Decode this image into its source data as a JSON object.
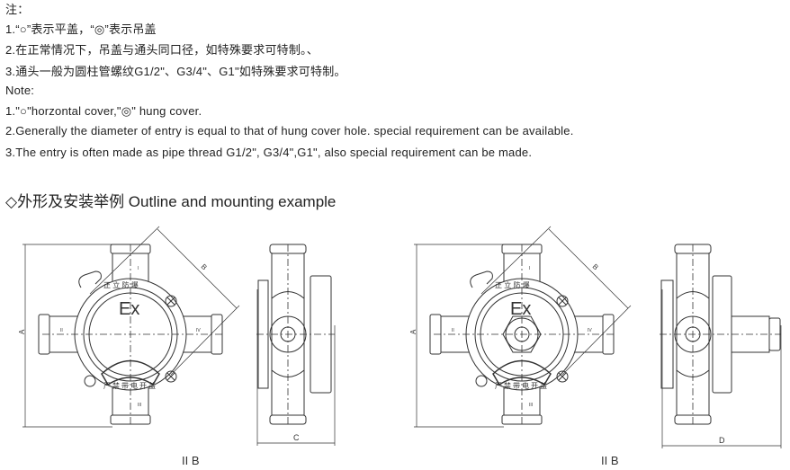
{
  "notes_cn": {
    "title": "注：",
    "lines": [
      "1.“○”表示平盖，“◎”表示吊盖",
      "2.在正常情况下，吊盖与通头同口径，如特殊要求可特制。、",
      "3.通头一般为圆柱管螺纹G1/2\"、G3/4\"、G1\"如特殊要求可特制。"
    ]
  },
  "notes_en": {
    "title": "Note:",
    "lines": [
      "1.\"○\"horzontal cover,\"◎\" hung cover.",
      "2.Generally the diameter of entry is equal to that of hung cover hole. special requirement can be available.",
      "3.The entry is often made as pipe thread G1/2\", G3/4\",G1\", also special requirement can be made."
    ]
  },
  "section_heading": "◇外形及安装举例 Outline and mounting example",
  "drawings": [
    {
      "cover": "horizontal",
      "ex_mark": "Ex",
      "top_label": "正 立 防 爆",
      "bottom_label": "严禁带电开盖",
      "entries": [
        "I",
        "II",
        "III",
        "IV"
      ],
      "dim_a": "A",
      "dim_b": "B",
      "dim_side": "C",
      "caption": "II B"
    },
    {
      "cover": "hung",
      "ex_mark": "Ex",
      "top_label": "正 立 防 爆",
      "bottom_label": "严禁带电开盖",
      "entries": [
        "I",
        "II",
        "III",
        "IV"
      ],
      "dim_a": "A",
      "dim_b": "B",
      "dim_side": "D",
      "caption": "II B"
    }
  ]
}
